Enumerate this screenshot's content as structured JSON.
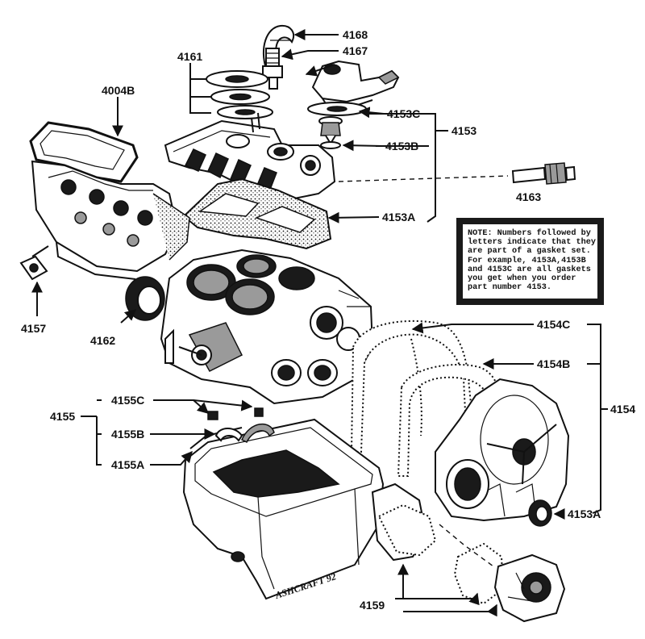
{
  "labels": {
    "p4168": "4168",
    "p4167": "4167",
    "p4161": "4161",
    "p4004B": "4004B",
    "p4153C": "4153C",
    "p4153": "4153",
    "p4153B": "4153B",
    "p4163": "4163",
    "p4153A_top": "4153A",
    "p4157": "4157",
    "p4162": "4162",
    "p4154C": "4154C",
    "p4154B": "4154B",
    "p4154": "4154",
    "p4155C": "4155C",
    "p4155": "4155",
    "p4155B": "4155B",
    "p4155A": "4155A",
    "p4153A_bottom": "4153A",
    "p4159": "4159"
  },
  "note": {
    "lines": [
      "NOTE: Numbers followed by",
      "letters indicate that they",
      "are part of a gasket set.",
      "For example, 4153A,4153B",
      "and 4153C are all gaskets",
      "you get when you order",
      "part number 4153."
    ]
  },
  "signature": "ASHCRAFT 92",
  "icons": [
    "arrow-icon"
  ]
}
